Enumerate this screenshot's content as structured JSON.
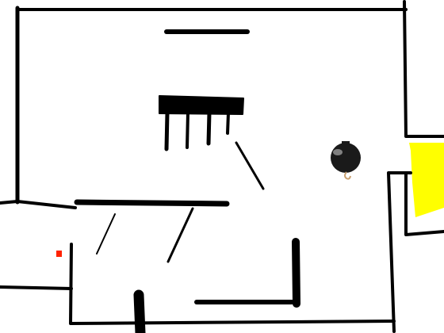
{
  "game": {
    "scene": "maze-level",
    "colors": {
      "background": "#ffffff",
      "wall": "#000000",
      "goal": "#ffff00",
      "player": "#ff2200",
      "bomb": "#1a1a1a",
      "bomb_highlight": "#9a9a9a",
      "fuse": "#c8a070"
    },
    "entities": {
      "player": {
        "icon": "red-square-player"
      },
      "goal": {
        "icon": "yellow-goal-zone"
      },
      "bomb": {
        "icon": "bomb-icon"
      }
    }
  }
}
